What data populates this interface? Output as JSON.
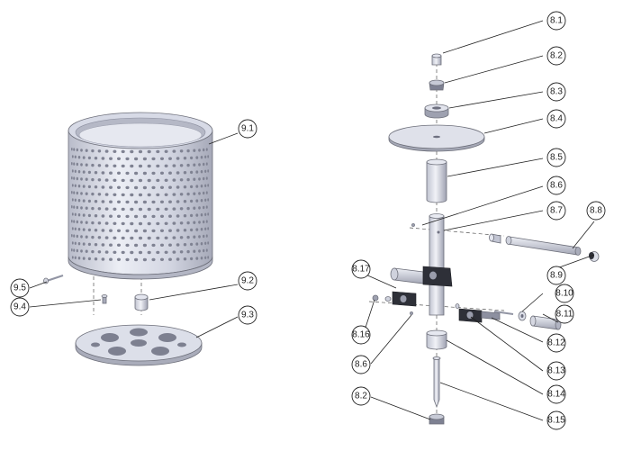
{
  "callouts": {
    "c9_1": "9.1",
    "c9_2": "9.2",
    "c9_3": "9.3",
    "c9_4": "9.4",
    "c9_5": "9.5",
    "c8_1": "8.1",
    "c8_2a": "8.2",
    "c8_3": "8.3",
    "c8_4": "8.4",
    "c8_5": "8.5",
    "c8_6a": "8.6",
    "c8_7": "8.7",
    "c8_8": "8.8",
    "c8_9": "8.9",
    "c8_10": "8.10",
    "c8_11": "8.11",
    "c8_12": "8.12",
    "c8_13": "8.13",
    "c8_14": "8.14",
    "c8_15": "8.15",
    "c8_16": "8.16",
    "c8_17": "8.17",
    "c8_6b": "8.6",
    "c8_2b": "8.2"
  },
  "colors": {
    "part_light": "#e4e6ef",
    "part_mid": "#c2c5d3",
    "part_dark": "#8d90a0",
    "hole": "#6e7080",
    "dark_part": "#2e3038"
  }
}
